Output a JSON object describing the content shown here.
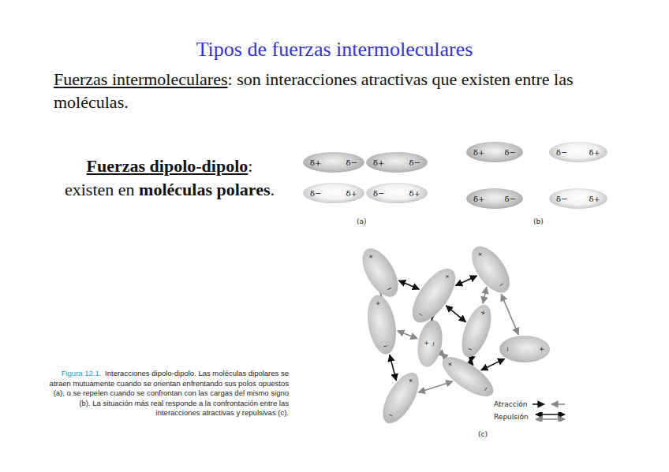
{
  "diagram": {
    "title": "Tipos de fuerzas intermoleculares",
    "caption": "Interacciones dipolo-dipolo. Las moléculas dipolares se atraen mutuamente cuando se orientan enfrentando sus polos opuestos (a), o se repelen cuando se confrontan con las cargas del mismo signo (b). La situación más real responde a la confrontación entre las interacciones atractivas y repulsivas (c).",
    "nodes": [
      {
        "text": [
          "δ+",
          "δ−"
        ]
      },
      {
        "text": [
          "δ+",
          "δ−"
        ]
      },
      {
        "text": [
          "δ−",
          "δ+"
        ]
      },
      {
        "text": [
          "δ−",
          "δ+"
        ]
      },
      {
        "text": [
          "δ+",
          "δ−"
        ]
      },
      {
        "text": [
          "δ−",
          "δ+"
        ]
      },
      {
        "text": [
          "δ+",
          "δ−"
        ]
      },
      {
        "text": [
          "δ−",
          "δ+"
        ]
      },
      {
        "text": [
          "+",
          "−"
        ]
      },
      {
        "text": [
          "+",
          "−"
        ]
      },
      {
        "text": [
          "+",
          "−"
        ]
      },
      {
        "text": [
          "+",
          "−"
        ]
      },
      {
        "text": [
          "+",
          "−"
        ]
      },
      {
        "text": [
          "+",
          "−"
        ]
      },
      {
        "text": [
          "+",
          "−"
        ]
      },
      {
        "text": [
          "+",
          "−"
        ]
      },
      {
        "text": [
          "+",
          "−"
        ]
      }
    ],
    "edges": [
      {
        "from": 8,
        "to": 10,
        "arrow": "both"
      },
      {
        "from": 8,
        "to": 11,
        "arrow": "both"
      },
      {
        "from": 9,
        "to": 10,
        "arrow": "both"
      },
      {
        "from": 9,
        "to": 13,
        "arrow": "both"
      },
      {
        "from": 10,
        "to": 12,
        "arrow": "both"
      },
      {
        "from": 11,
        "to": 12,
        "arrow": "both"
      },
      {
        "from": 11,
        "to": 15,
        "arrow": "both"
      },
      {
        "from": 12,
        "to": 16,
        "arrow": "both"
      },
      {
        "from": 13,
        "to": 16,
        "arrow": "both"
      },
      {
        "from": 14,
        "to": 9,
        "arrow": "both"
      },
      {
        "from": 14,
        "to": 16,
        "arrow": "both"
      },
      {
        "from": 15,
        "to": 16,
        "arrow": "both"
      },
      {
        "from": 10,
        "to": 13,
        "arrow": "both"
      }
    ],
    "labels": [
      "Fuerzas intermoleculares",
      ": son interacciones atractivas que existen entre las moléculas.",
      "Fuerzas dipolo-dipolo",
      ":",
      "existen en",
      "moléculas polares",
      ".",
      "(a)",
      "(b)",
      "(c)",
      "Figura 12.1."
    ],
    "legend": [
      {
        "text": "Atracción"
      },
      {
        "text": "Repulsión"
      }
    ]
  }
}
